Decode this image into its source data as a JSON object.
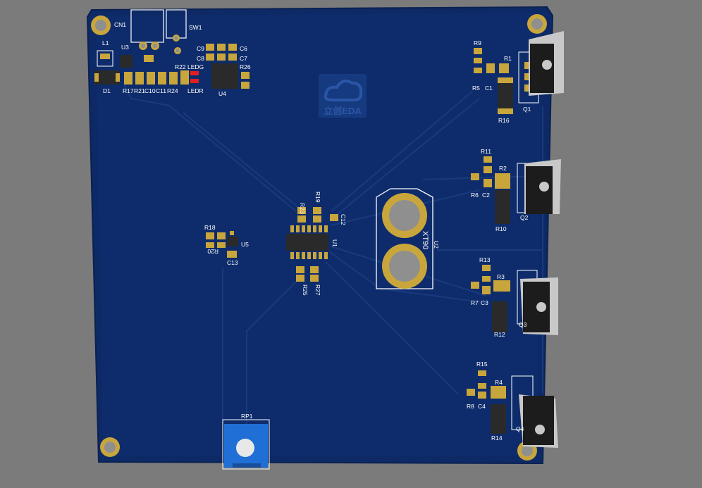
{
  "colors": {
    "background": "#7b7b7b",
    "board": "#0d2a66",
    "board_edge": "#0a2152",
    "trace": "#183a7e",
    "silkscreen": "#ffffff",
    "pad": "#c9a63c",
    "hole": "#8f8f8f",
    "ic": "#2a2a2a",
    "led_red": "#e02020",
    "trimpot": "#1f6fd6",
    "heatsink": "#c8c8c8"
  },
  "logo": {
    "text": "立创EDA"
  },
  "labels": {
    "CN1": "CN1",
    "SW1": "SW1",
    "L1": "L1",
    "U3": "U3",
    "D1": "D1",
    "R17": "R17",
    "R21": "R21",
    "C10": "C10",
    "C11": "C11",
    "R24": "R24",
    "R22": "R22",
    "C9": "C9",
    "C6": "C6",
    "C8": "C8",
    "C7": "C7",
    "LEDG": "LEDG",
    "LEDR": "LEDR",
    "R26": "R26",
    "U4": "U4",
    "R9": "R9",
    "R1": "R1",
    "R5": "R5",
    "C1": "C1",
    "R16": "R16",
    "Q1": "Q1",
    "R11": "R11",
    "R2": "R2",
    "R6": "R6",
    "C2": "C2",
    "R10": "R10",
    "Q2": "Q2",
    "R13": "R13",
    "R3": "R3",
    "R7": "R7",
    "C3": "C3",
    "R12": "R12",
    "Q3": "Q3",
    "R15": "R15",
    "R4": "R4",
    "R8": "R8",
    "C4": "C4",
    "R14": "R14",
    "Q4": "Q4",
    "R23": "R23",
    "R19": "R19",
    "C12": "C12",
    "U1": "U1",
    "R25": "R25",
    "R27": "R27",
    "R18": "R18",
    "R20": "R20",
    "U5": "U5",
    "C13": "C13",
    "XT90": "XT90",
    "U2": "U2",
    "RP1": "RP1"
  }
}
